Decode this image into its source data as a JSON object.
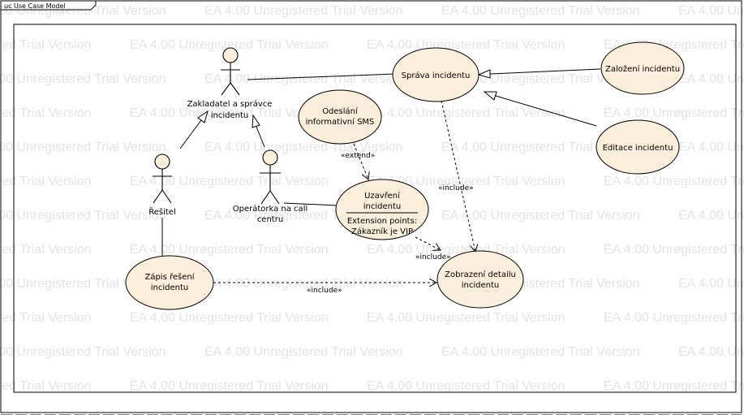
{
  "frame": {
    "title": "uc Use Case Model"
  },
  "watermark": {
    "text": "EA 4.00 Unregistered Trial Version"
  },
  "actors": {
    "zakladatel": {
      "line1": "Zakladatel a správce",
      "line2": "incidentu"
    },
    "resitel": {
      "line1": "Řešitel"
    },
    "operatorka": {
      "line1": "Operátorka na call",
      "line2": "centru"
    }
  },
  "use_cases": {
    "sprava": {
      "line1": "Správa incidentu"
    },
    "zalozeni": {
      "line1": "Založení incidentu"
    },
    "editace": {
      "line1": "Editace incidentu"
    },
    "odeslani": {
      "line1": "Odeslání",
      "line2": "informativní SMS"
    },
    "uzavreni": {
      "line1": "Uzavření",
      "line2": "incidentu",
      "ext_line1": "Extension points:",
      "ext_line2": "Zákazník je VIP"
    },
    "zapis": {
      "line1": "Zápis řešení",
      "line2": "incidentu"
    },
    "zobrazeni": {
      "line1": "Zobrazení detailu",
      "line2": "incidentu"
    }
  },
  "relations": {
    "extend_label": "«extend»",
    "include_sprava_label": "«include»",
    "include_uzavreni_label": "«include»",
    "include_zapis_label": "«include»"
  }
}
